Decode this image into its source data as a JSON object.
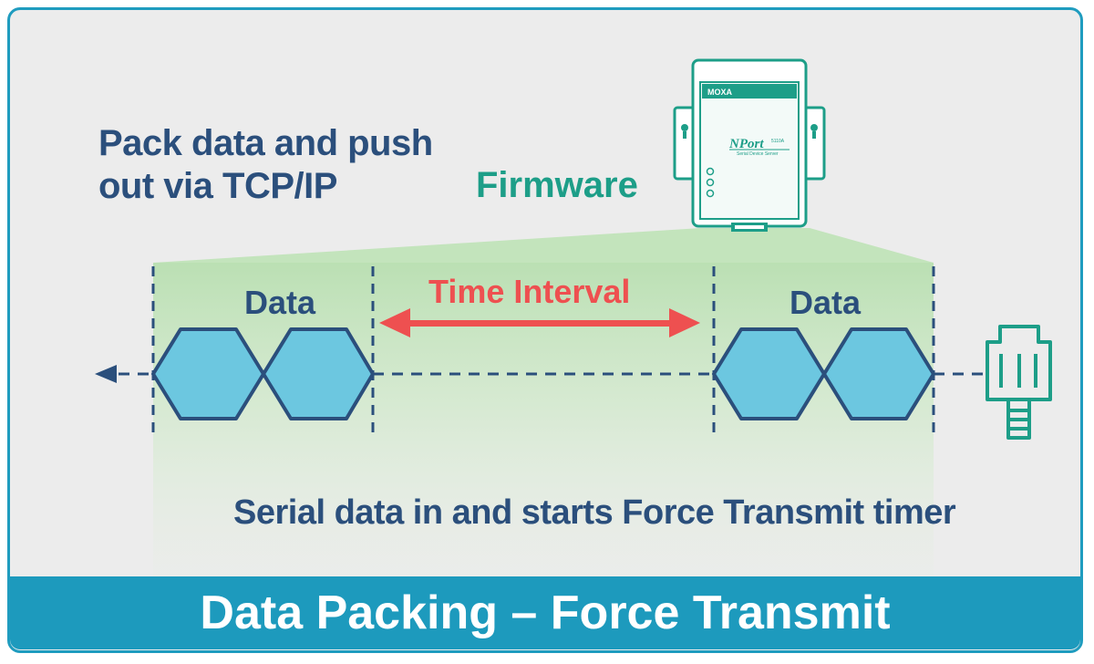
{
  "diagram": {
    "heading": "Pack data and push out via TCP/IP",
    "firmware_label": "Firmware",
    "device": {
      "brand": "MOXA",
      "model": "NPort",
      "model_number": "5110A",
      "subtitle": "Serial Device Server"
    },
    "data_label_left": "Data",
    "data_label_right": "Data",
    "interval_label": "Time Interval",
    "caption": "Serial data in and starts Force Transmit timer",
    "title": "Data Packing – Force Transmit"
  },
  "colors": {
    "frame": "#1f9cbf",
    "title_bar": "#1d9abd",
    "navy": "#2b4f7c",
    "teal": "#1d9e88",
    "red": "#ee5050",
    "packet_fill": "#6cc7e0",
    "green_glow": "#c9e7c4"
  }
}
